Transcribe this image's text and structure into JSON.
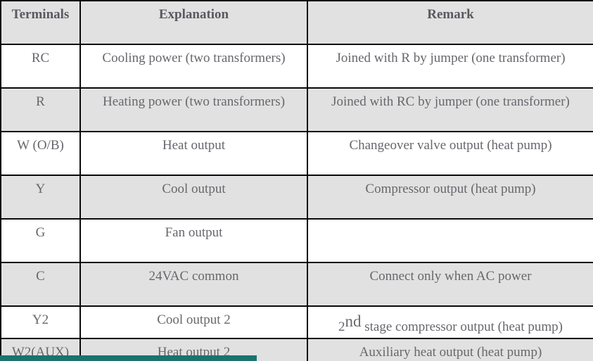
{
  "table": {
    "columns": [
      {
        "label": "Terminals"
      },
      {
        "label": "Explanation"
      },
      {
        "label": "Remark"
      }
    ],
    "rows": [
      {
        "terminal": "RC",
        "explanation": "Cooling power (two transformers)",
        "remark": "Joined with R by jumper (one transformer)"
      },
      {
        "terminal": "R",
        "explanation": "Heating power (two transformers)",
        "remark": "Joined with RC by jumper (one transformer)"
      },
      {
        "terminal": "W (O/B)",
        "explanation": "Heat output",
        "remark": "Changeover valve output (heat pump)"
      },
      {
        "terminal": "Y",
        "explanation": "Cool output",
        "remark": "Compressor output (heat pump)"
      },
      {
        "terminal": "G",
        "explanation": "Fan output",
        "remark": ""
      },
      {
        "terminal": "C",
        "explanation": "24VAC common",
        "remark": "Connect only when AC power"
      },
      {
        "terminal": "Y2",
        "explanation": "Cool output 2",
        "remark_base": "2",
        "remark_sup": "nd",
        "remark_rest": " stage compressor output (heat pump)"
      },
      {
        "terminal": "W2(AUX)",
        "explanation": "Heat output 2",
        "remark": "Auxiliary heat output (heat pump)"
      }
    ]
  },
  "colors": {
    "row_shade": "#e1e1e1",
    "border": "#0a0a0a",
    "body_text": "#67676d",
    "header_text": "#595960",
    "highlight_bar": "#19736f"
  }
}
